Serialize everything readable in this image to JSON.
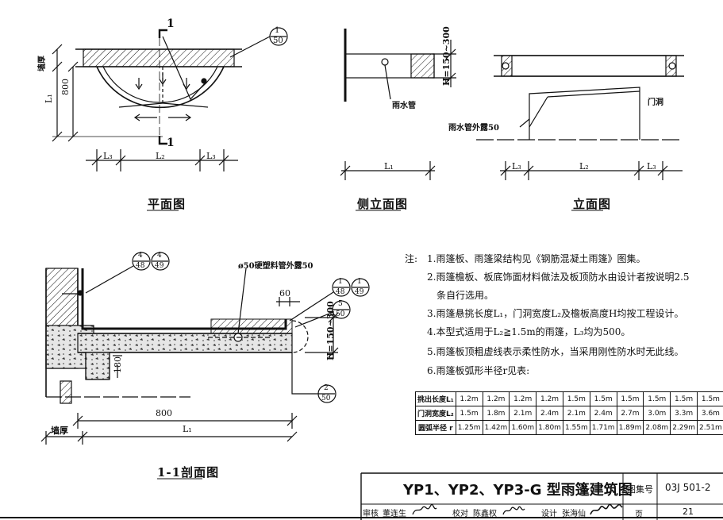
{
  "plan_view": {
    "caption": "平面图",
    "section_mark": "1",
    "detail_ref": {
      "num": "1",
      "den": "50"
    },
    "wall_label": "墙厚",
    "dim_800": "800",
    "dim_L1": "L₁",
    "dim_L3_left": "L₃",
    "dim_L2": "L₂",
    "dim_L3_right": "L₃"
  },
  "side_view": {
    "caption": "侧立面图",
    "height_label": "H=150~300",
    "pipe_label": "雨水管",
    "dim_L1": "L₁"
  },
  "elevation_view": {
    "caption": "立面图",
    "door_label": "门洞",
    "pipe_label": "雨水管外露50",
    "dim_L3_left": "L₃",
    "dim_L2": "L₂",
    "dim_L3_right": "L₃"
  },
  "section_view": {
    "caption": "1-1剖面图",
    "ref_a": {
      "num1": "4",
      "den1": "48",
      "num2": "4",
      "den2": "49"
    },
    "ref_b": {
      "num1": "1",
      "den1": "48",
      "num2": "1",
      "den2": "49"
    },
    "ref_c": {
      "num": "5",
      "den": "50"
    },
    "ref_d": {
      "num": "2",
      "den": "50"
    },
    "pipe_label": "ø50硬塑料管外露50",
    "dim_60": "60",
    "dim_180": "180",
    "height_label": "H=150~300",
    "dim_800": "800",
    "dim_L1": "L₁",
    "wall_label": "墙厚"
  },
  "notes": {
    "prefix": "注:",
    "items": [
      "1.雨篷板、雨篷梁结构见《钢筋混凝土雨篷》图集。",
      "2.雨篷檐板、板底饰面材料做法及板顶防水由设计者按说明2.5",
      "条自行选用。",
      "3.雨篷悬挑长度L₁，门洞宽度L₂及檐板高度H均按工程设计。",
      "4.本型式适用于L₂≧1.5m的雨篷，L₃均为500。",
      "5.雨篷板顶粗虚线表示柔性防水，当采用刚性防水时无此线。",
      "6.雨篷板弧形半径r见表:"
    ]
  },
  "radius_table": {
    "rows": [
      {
        "header": "挑出长度L₁",
        "values": [
          "1.2m",
          "1.2m",
          "1.2m",
          "1.2m",
          "1.5m",
          "1.5m",
          "1.5m",
          "1.5m",
          "1.5m",
          "1.5m"
        ]
      },
      {
        "header": "门洞宽度L₂",
        "values": [
          "1.5m",
          "1.8m",
          "2.1m",
          "2.4m",
          "2.1m",
          "2.4m",
          "2.7m",
          "3.0m",
          "3.3m",
          "3.6m"
        ]
      },
      {
        "header": "圆弧半径 r",
        "values": [
          "1.25m",
          "1.42m",
          "1.60m",
          "1.80m",
          "1.55m",
          "1.71m",
          "1.89m",
          "2.08m",
          "2.29m",
          "2.51m"
        ]
      }
    ]
  },
  "title_block": {
    "title": "YP1、YP2、YP3-G 型雨篷建筑图",
    "atlas_label": "图集号",
    "atlas_no": "03J 501-2",
    "page_label": "页",
    "page_no": "21",
    "review_label": "审核",
    "reviewer": "董连生",
    "check_label": "校对",
    "checker": "陈鑫权",
    "design_label": "设计",
    "designer": "张海仙"
  }
}
